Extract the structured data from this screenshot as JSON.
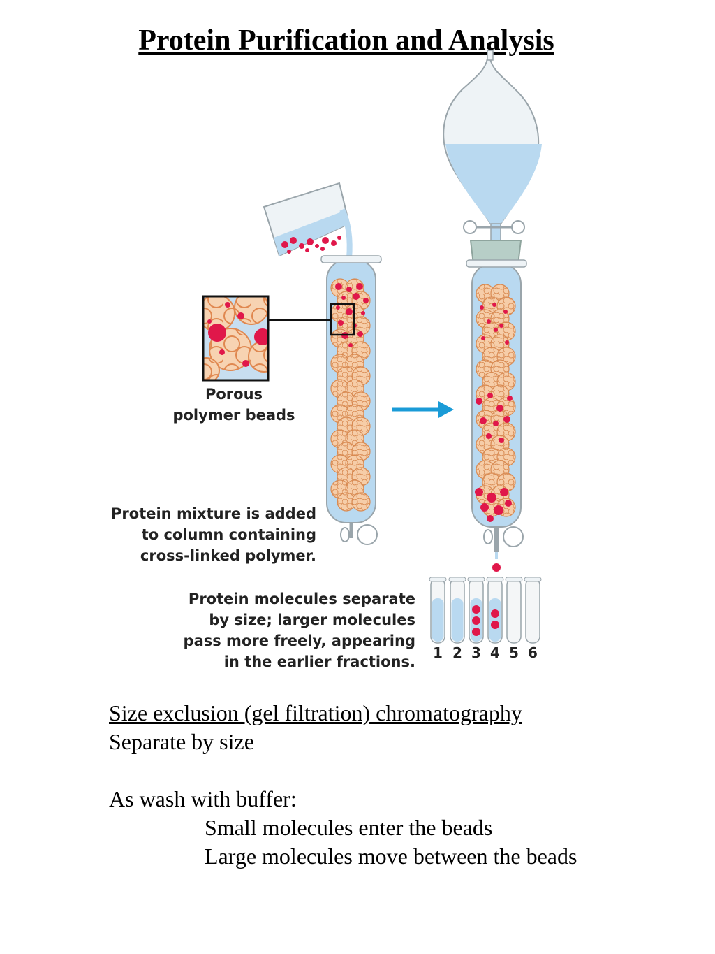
{
  "title": "Protein Purification and Analysis",
  "diagram": {
    "porous_label": [
      "Porous",
      "polymer beads"
    ],
    "mixture_label": [
      "Protein mixture is added",
      "to column containing",
      "cross-linked polymer."
    ],
    "separate_label": [
      "Protein molecules separate",
      "by size; larger molecules",
      "pass more freely, appearing",
      "in the earlier fractions."
    ],
    "fractions": [
      "1",
      "2",
      "3",
      "4",
      "5",
      "6"
    ],
    "colors": {
      "buffer": "#b9d9f0",
      "bead_fill": "#f6cda8",
      "bead_line": "#d88a52",
      "protein": "#e0174a",
      "arrow": "#1a9bd7",
      "stopper": "#b7cec7"
    }
  },
  "notes": {
    "heading": "Size exclusion (gel filtration) chromatography",
    "subheading": "Separate by size",
    "intro": "As wash with buffer:",
    "point1": "Small molecules enter the beads",
    "point2": "Large molecules move between the beads"
  }
}
